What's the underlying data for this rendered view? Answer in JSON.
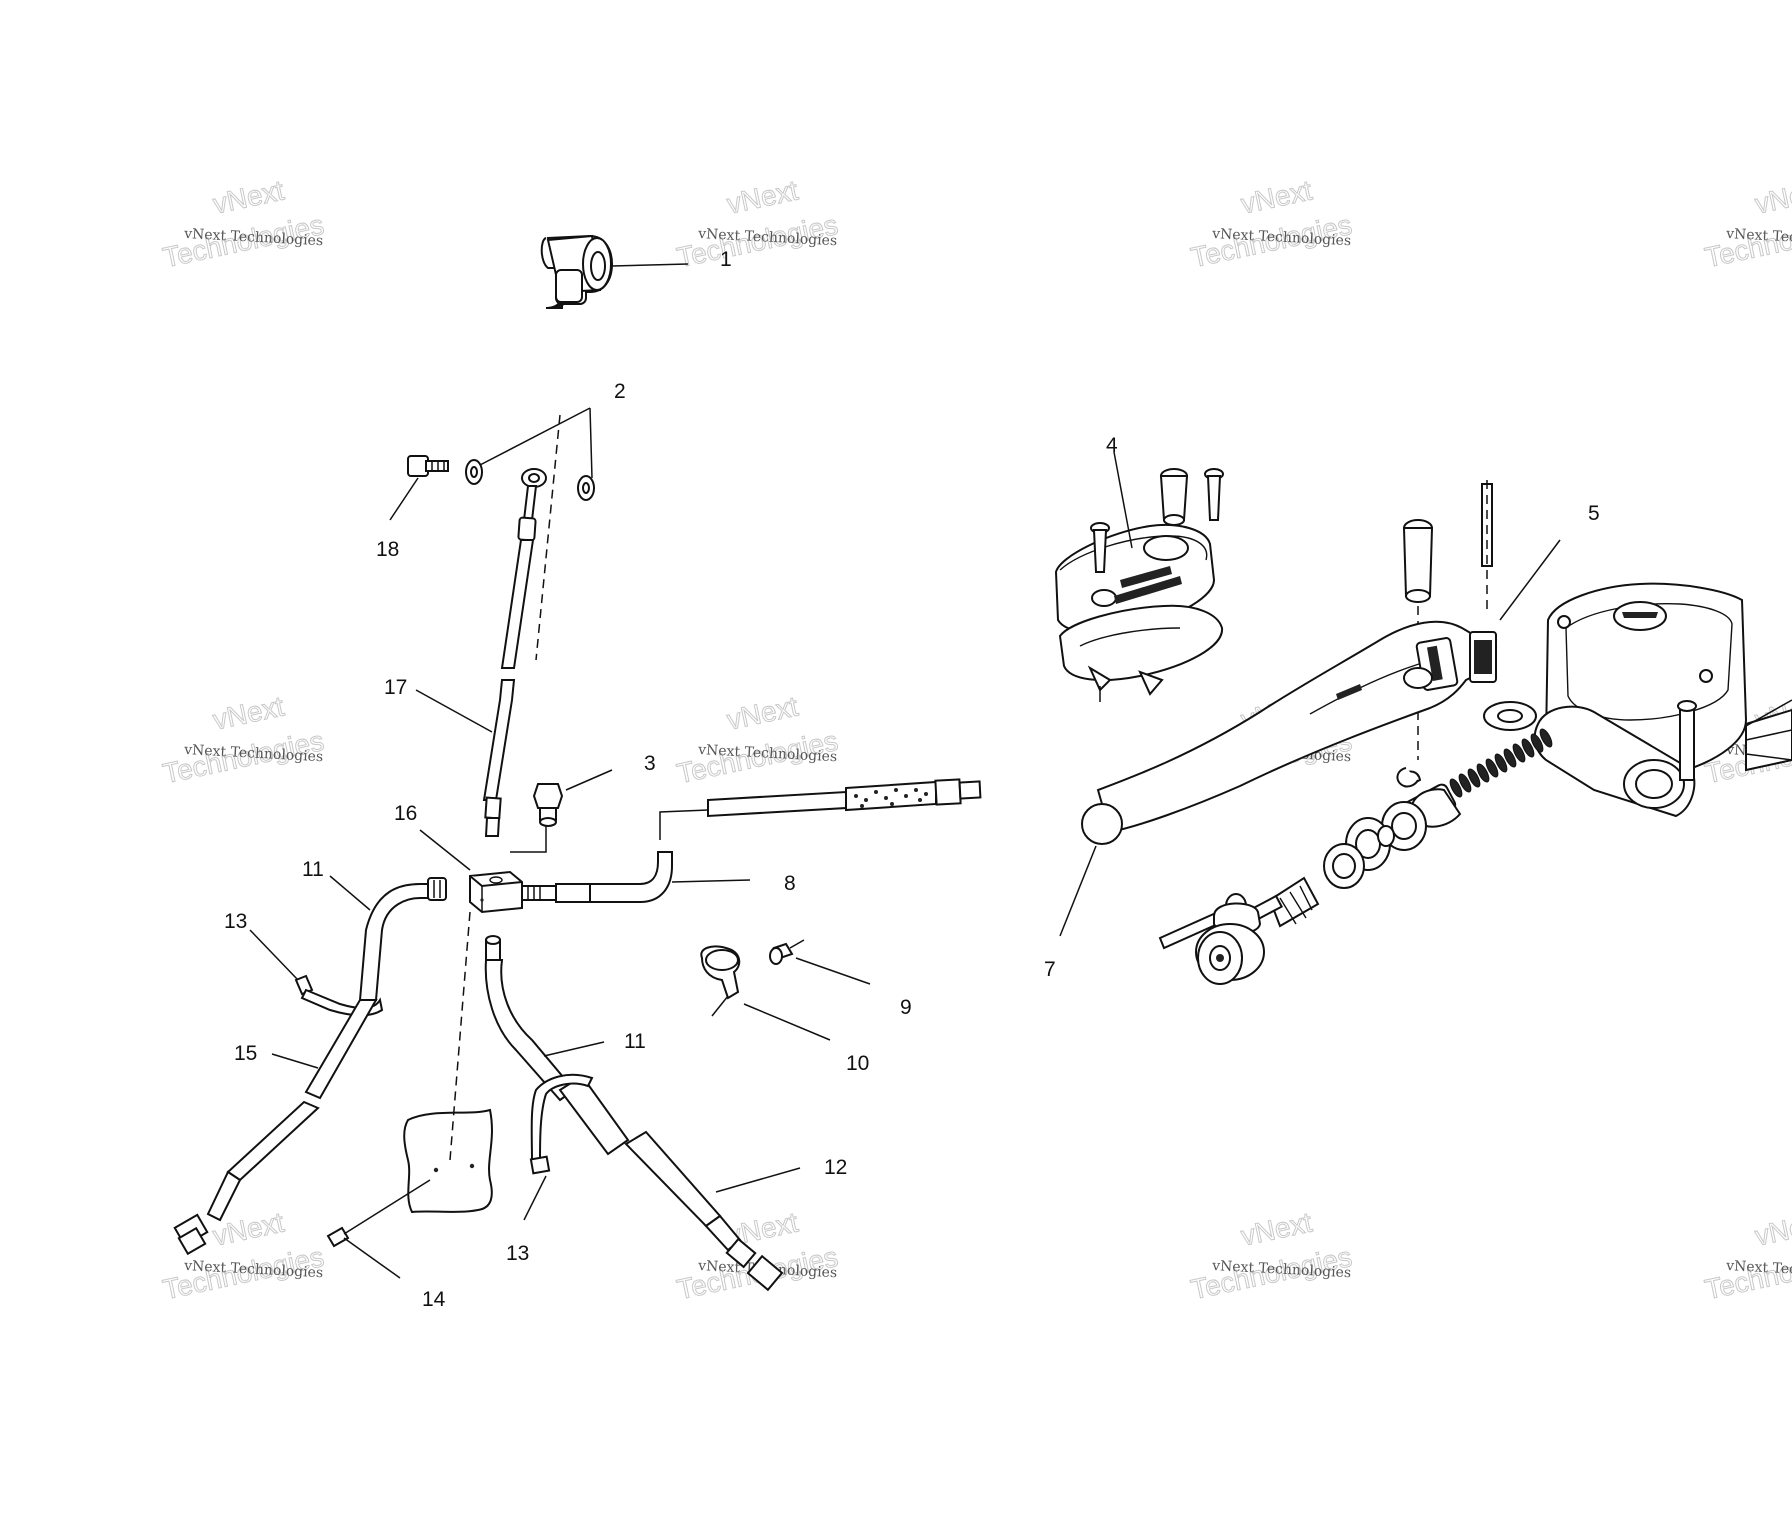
{
  "callouts": [
    {
      "id": "c1",
      "label": "1"
    },
    {
      "id": "c2",
      "label": "2"
    },
    {
      "id": "c3",
      "label": "3"
    },
    {
      "id": "c4",
      "label": "4"
    },
    {
      "id": "c5",
      "label": "5"
    },
    {
      "id": "c7",
      "label": "7"
    },
    {
      "id": "c8",
      "label": "8"
    },
    {
      "id": "c9",
      "label": "9"
    },
    {
      "id": "c10",
      "label": "10"
    },
    {
      "id": "c11a",
      "label": "11"
    },
    {
      "id": "c11b",
      "label": "11"
    },
    {
      "id": "c12",
      "label": "12"
    },
    {
      "id": "c13a",
      "label": "13"
    },
    {
      "id": "c13b",
      "label": "13"
    },
    {
      "id": "c14",
      "label": "14"
    },
    {
      "id": "c15",
      "label": "15"
    },
    {
      "id": "c16",
      "label": "16"
    },
    {
      "id": "c17",
      "label": "17"
    },
    {
      "id": "c18",
      "label": "18"
    }
  ],
  "watermark": {
    "small": "vNext Technologies",
    "big_top": "vNext",
    "big_bottom": "Technologies"
  }
}
